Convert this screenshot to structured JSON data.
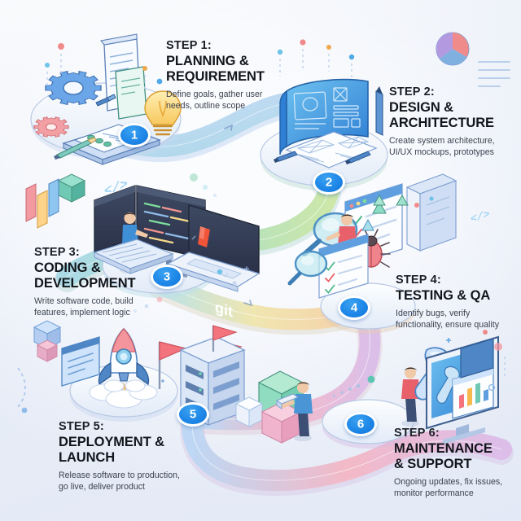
{
  "infographic": {
    "kind": "isometric-roadmap",
    "theme": "Software Development Lifecycle",
    "background_color": "#f4f6fb",
    "accent_color": "#1e87e8",
    "badge_text_color": "#ffffff"
  },
  "path": {
    "description": "winding isometric S-shaped road connecting six platforms",
    "segment_colors": [
      "#bcd4f2",
      "#a9d9e6",
      "#a9dfc6",
      "#c9e6a8",
      "#f0e3a8",
      "#f5cfa8",
      "#f3b9c6",
      "#d9bde8"
    ]
  },
  "steps": [
    {
      "number": "1",
      "kicker": "STEP 1:",
      "title": "PLANNING &\nREQUIREMENT",
      "desc": "Define goals, gather user\nneeds, outline scope",
      "scene": "gears, documents, clipboard, pencil, lightbulb",
      "platform_color": "#dbe6f7"
    },
    {
      "number": "2",
      "kicker": "STEP 2:",
      "title": "DESIGN &\nARCHITECTURE",
      "desc": "Create system architecture,\nUI/UX mockups, prototypes",
      "scene": "blueprint screen, wireframe sheet, pens",
      "platform_color": "#a9ded0"
    },
    {
      "number": "3",
      "kicker": "STEP 3:",
      "title": "CODING &\nDEVELOPMENT",
      "desc": "Write software code, build\nfeatures, implement logic",
      "scene": "code editor monitors, developer, keyboard, git laptop",
      "platform_color": "#bfe3ea"
    },
    {
      "number": "4",
      "kicker": "STEP 4:",
      "title": "TESTING & QA",
      "desc": "Identify bugs, verify\nfunctionality, ensure quality",
      "scene": "magnifying glasses, checklists, tester, bug",
      "platform_color": "#f3d9bd"
    },
    {
      "number": "5",
      "kicker": "STEP 5:",
      "title": "DEPLOYMENT &\nLAUNCH",
      "desc": "Release software to production,\ngo live, deliver product",
      "scene": "rocket launch, flags, server rack",
      "platform_color": "#bcd9f5"
    },
    {
      "number": "6",
      "kicker": "STEP 6:",
      "title": "MAINTENANCE\n& SUPPORT",
      "desc": "Ongoing updates, fix issues,\nmonitor performance",
      "scene": "engineer with wrench, monitor with charts, cubes",
      "platform_color": "#e6c6e8"
    }
  ],
  "labels": {
    "git_logo": "git",
    "code_glyph": "</>"
  }
}
